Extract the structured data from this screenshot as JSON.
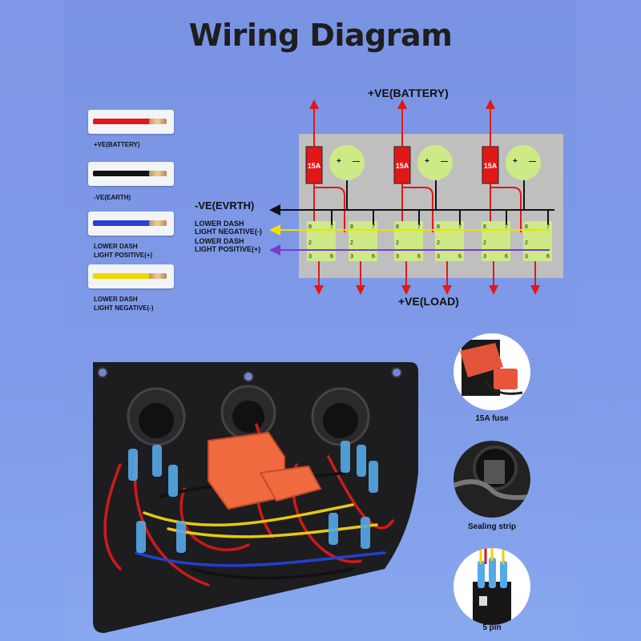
{
  "title": "Wiring Diagram",
  "legend": [
    {
      "label": "+VE(BATTERY)",
      "color": "#e01818",
      "text_color": "#e01818"
    },
    {
      "label": "-VE(EARTH)",
      "color": "#111111",
      "text_color": "#111111"
    },
    {
      "label": "LOWER DASH\nLIGHT POSITIVE(+)",
      "color": "#2b3fd6",
      "text_color": "#111111"
    },
    {
      "label": "LOWER DASH\nLIGHT NEGATIVE(-)",
      "color": "#f0d800",
      "text_color": "#111111"
    }
  ],
  "diagram": {
    "battery_label": "+VE(BATTERY)",
    "earth_label": "-VE(EVRTH)",
    "neg_light_label": "LOWER DASH\nLIGHT NEGATIVE(-)",
    "pos_light_label": "LOWER DASH\nLIGHT POSITIVE(+)",
    "load_label": "+VE(LOAD)",
    "fuse_label": "15A",
    "socket_plus": "+",
    "socket_minus": "—",
    "pin_labels": [
      "8",
      "7",
      "2",
      "3",
      "6"
    ]
  },
  "thumbnails": [
    {
      "caption": "15A fuse",
      "icon": "fuse-icon"
    },
    {
      "caption": "Sealing strip",
      "icon": "sealing-strip-icon"
    },
    {
      "caption": "5 pin",
      "icon": "five-pin-icon"
    }
  ],
  "colors": {
    "red": "#e01818",
    "black": "#111111",
    "blue": "#2b3fd6",
    "purple": "#7a3cc8",
    "yellow": "#f0e000",
    "green": "#cdea86",
    "panel": "#bdbdbd"
  }
}
